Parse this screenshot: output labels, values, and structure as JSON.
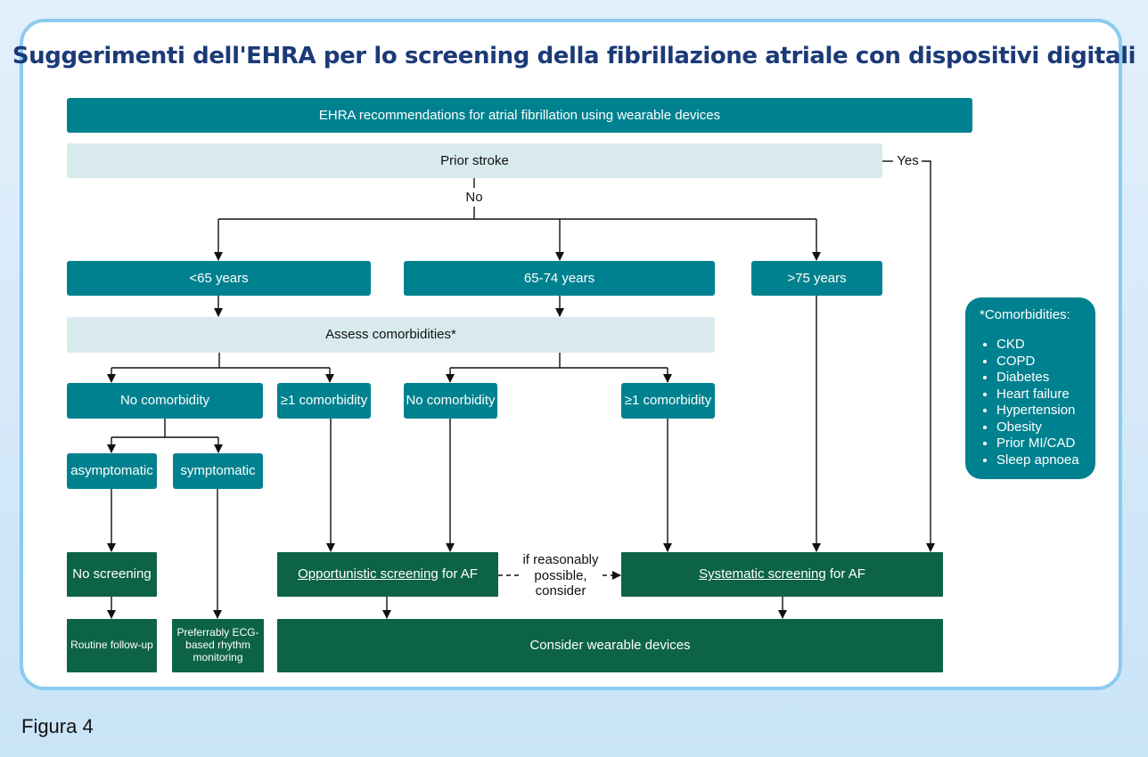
{
  "title": "Suggerimenti dell'EHRA per lo screening della fibrillazione atriale con dispositivi digitali",
  "figure_label": "Figura 4",
  "nodes": {
    "header": "EHRA recommendations for atrial fibrillation using wearable devices",
    "prior_stroke": "Prior stroke",
    "age_lt65": "<65 years",
    "age_65_74": "65-74 years",
    "age_gt75": ">75 years",
    "assess": "Assess comorbidities*",
    "no_comorb_a": "No comorbidity",
    "one_comorb_a": "≥1 comorbidity",
    "no_comorb_b": "No comorbidity",
    "one_comorb_b": "≥1 comorbidity",
    "asymptomatic": "asymptomatic",
    "symptomatic": "symptomatic",
    "no_screening": "No screening",
    "opportunistic_link": "Opportunistic screening",
    "opportunistic_rest": " for AF",
    "systematic_link": "Systematic screening",
    "systematic_rest": " for AF",
    "routine": "Routine follow-up",
    "ecg": "Preferrably ECG-based rhythm monitoring",
    "wearables": "Consider wearable devices"
  },
  "edge_labels": {
    "yes": "Yes",
    "no": "No",
    "consider_1": "if reasonably",
    "consider_2": "possible,",
    "consider_3": "consider"
  },
  "comorbidities": {
    "heading": "*Comorbidities:",
    "items": [
      "CKD",
      "COPD",
      "Diabetes",
      "Heart failure",
      "Hypertension",
      "Obesity",
      "Prior MI/CAD",
      "Sleep apnoea"
    ]
  },
  "colors": {
    "teal": "#00818f",
    "light": "#d9eaee",
    "green": "#0d6445",
    "title": "#1b3a78",
    "border": "#8ccbef"
  }
}
